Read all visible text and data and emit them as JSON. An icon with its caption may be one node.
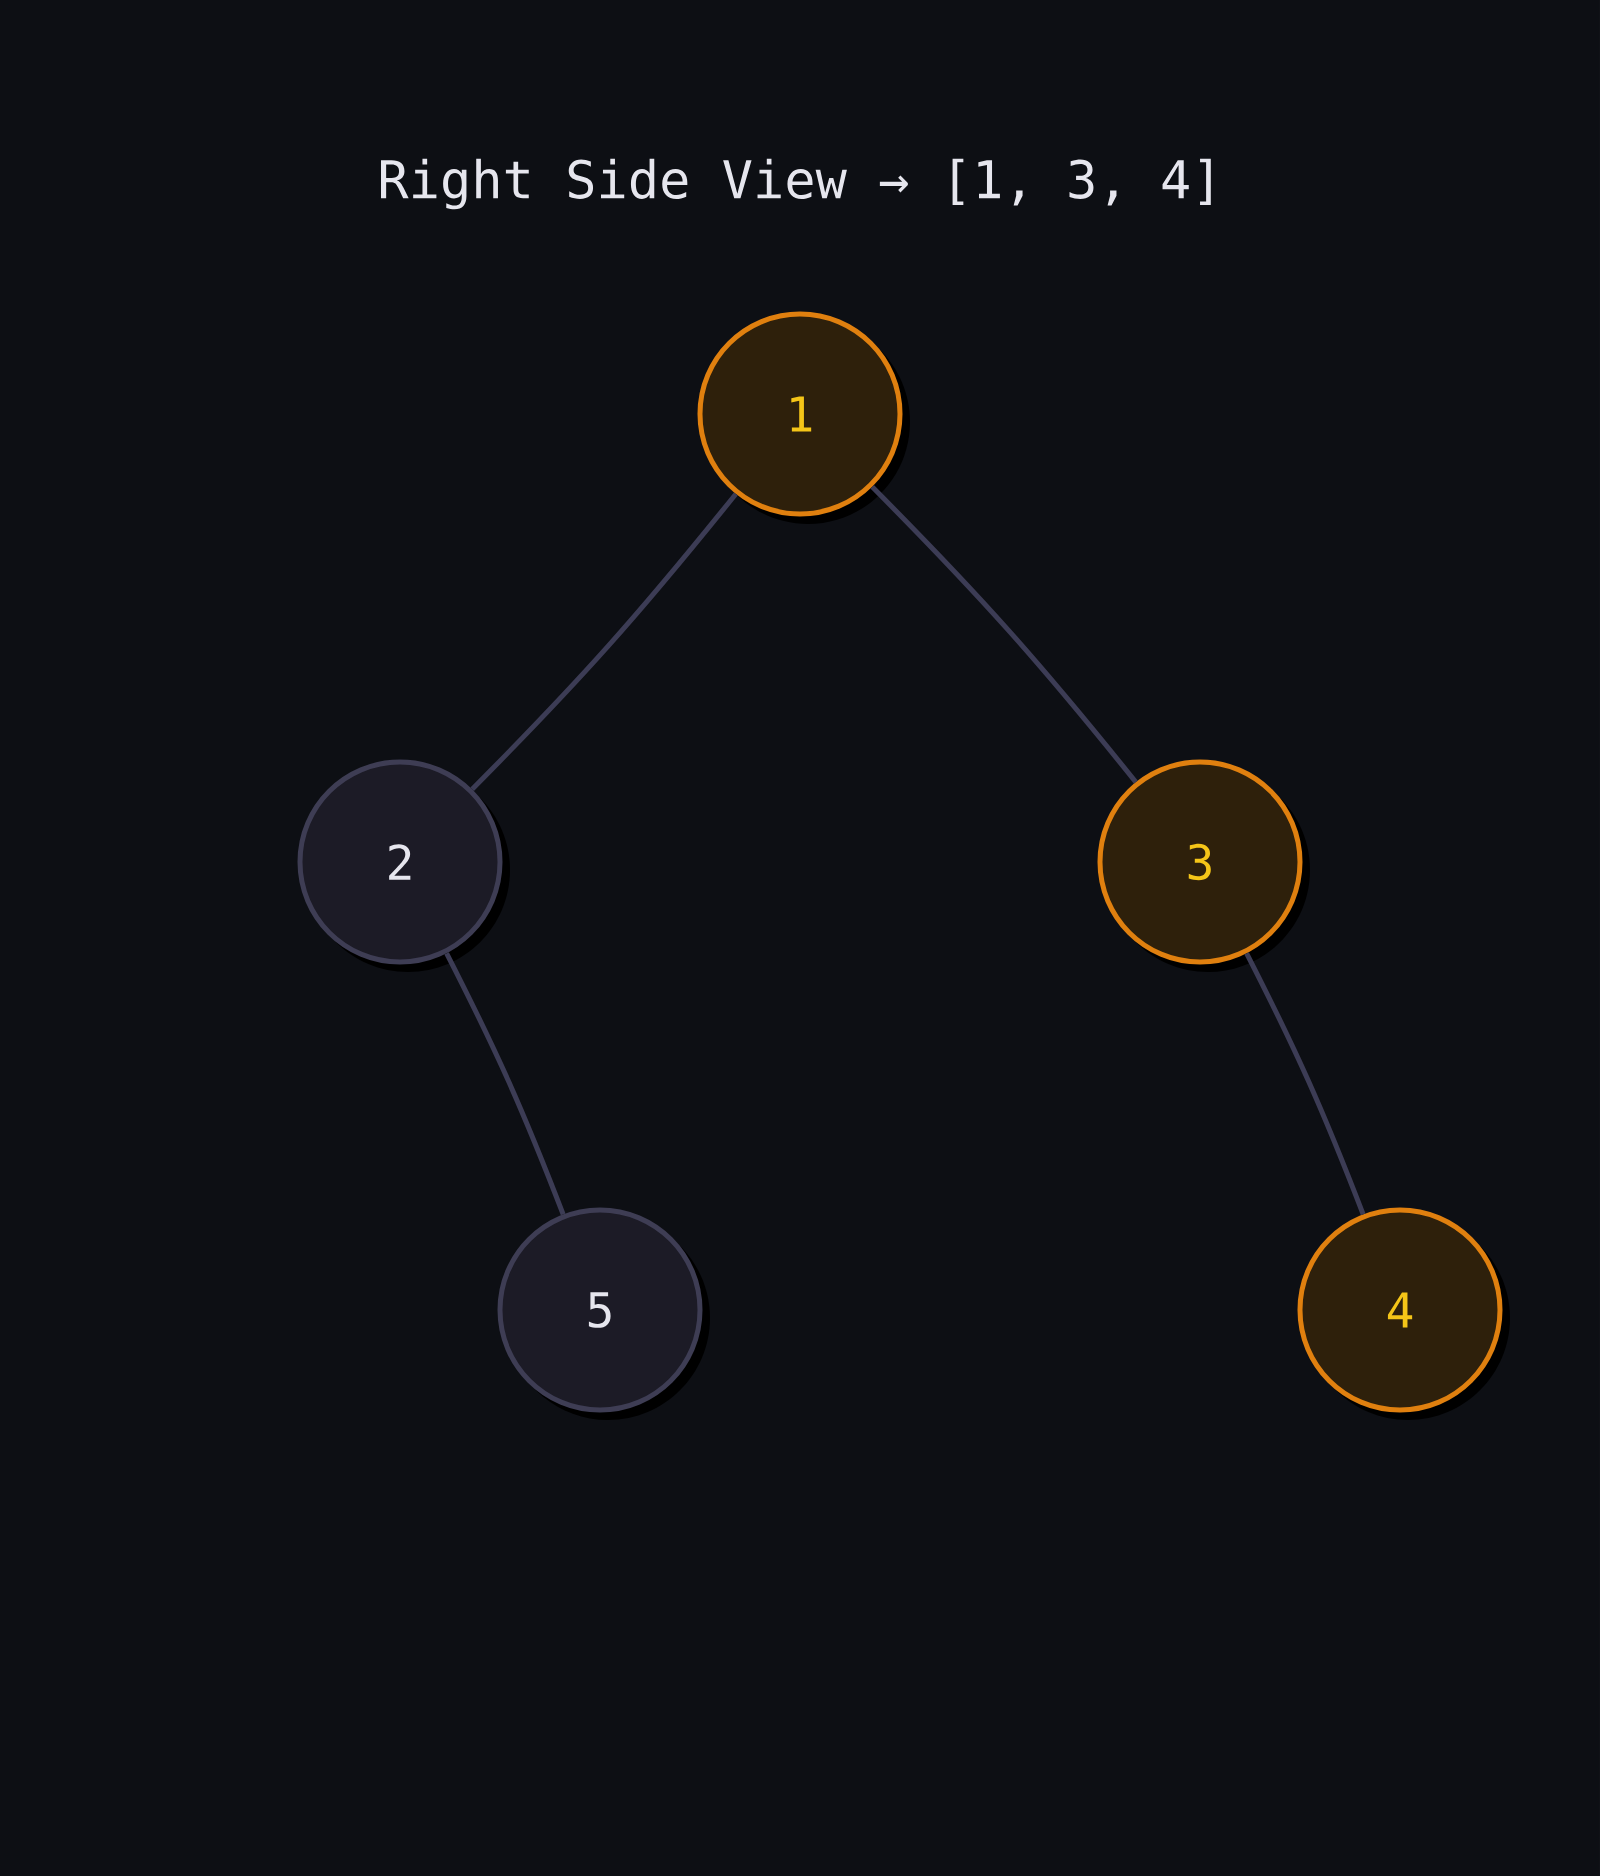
{
  "diagram": {
    "title": "Right Side View → [1, 3, 4]",
    "nodes": [
      {
        "text": [
          "1"
        ]
      },
      {
        "text": [
          "2"
        ]
      },
      {
        "text": [
          "3"
        ]
      },
      {
        "text": [
          "5"
        ]
      },
      {
        "text": [
          "4"
        ]
      }
    ],
    "edges": [
      {
        "from": 0,
        "to": 1,
        "arrow": "none"
      },
      {
        "from": 0,
        "to": 2,
        "arrow": "none"
      },
      {
        "from": 1,
        "to": 3,
        "arrow": "none"
      },
      {
        "from": 2,
        "to": 4,
        "arrow": "none"
      }
    ]
  }
}
